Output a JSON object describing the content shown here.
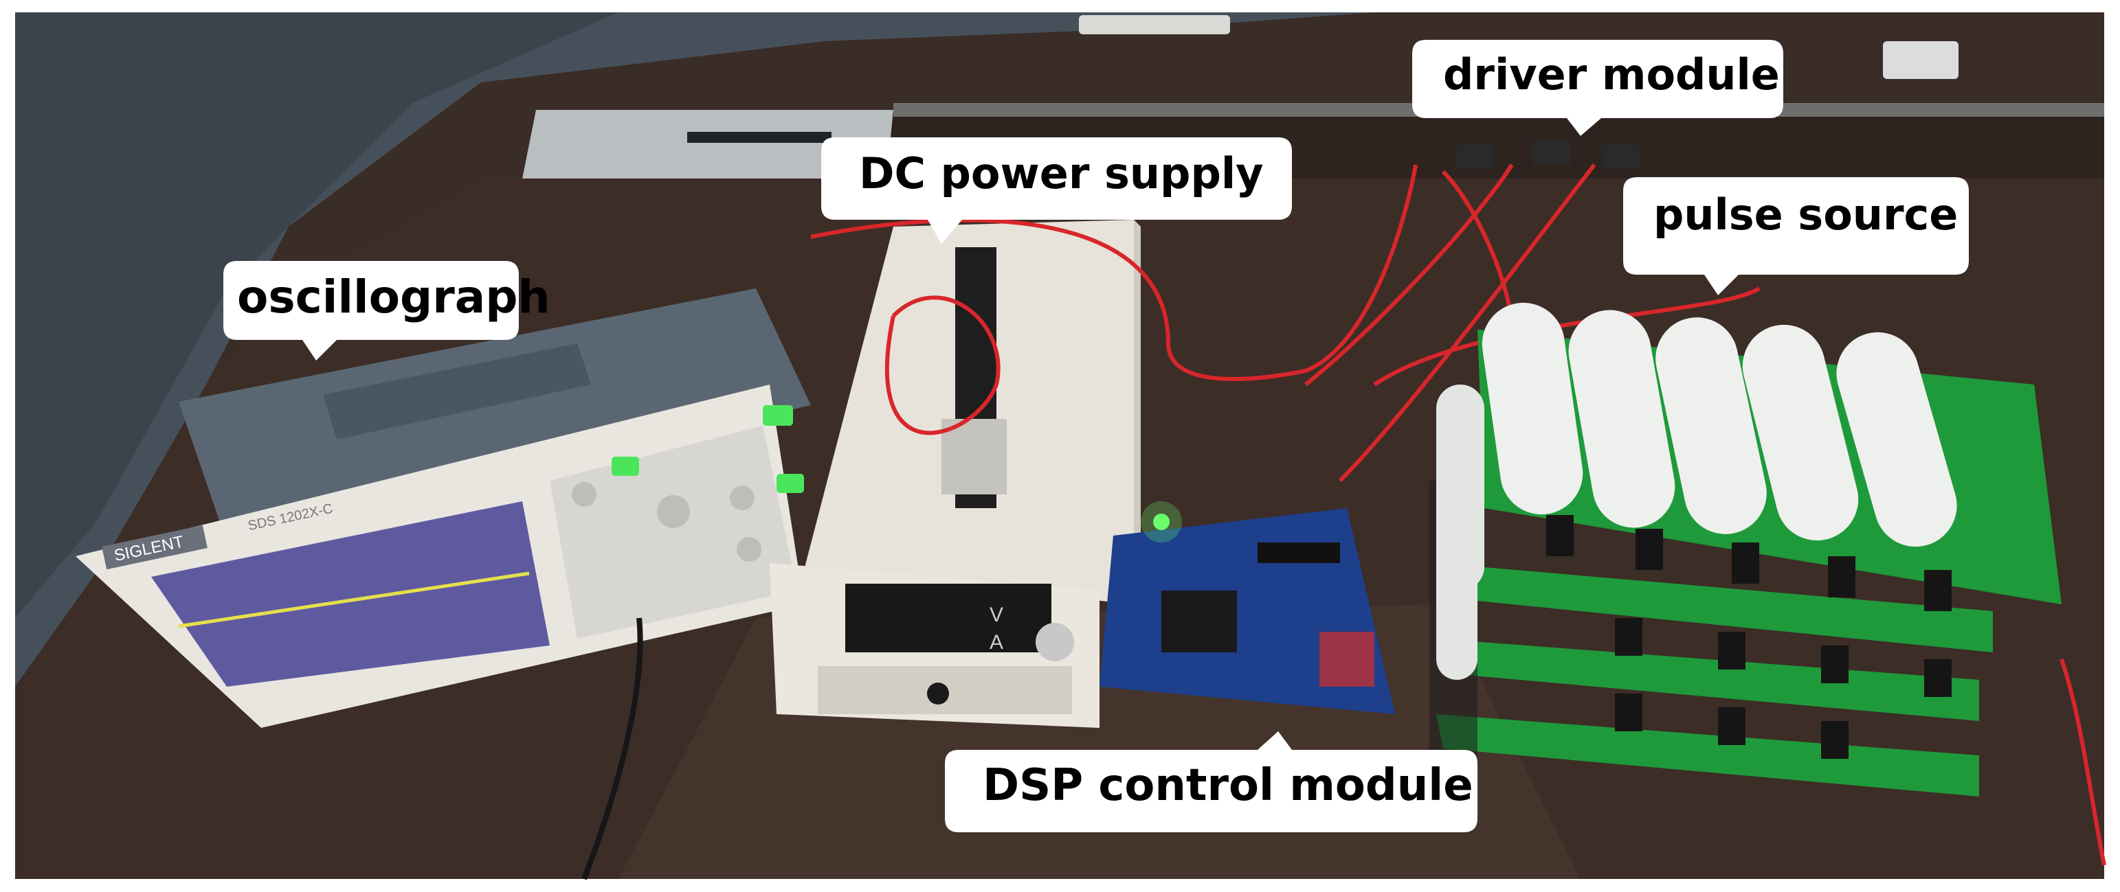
{
  "labels": {
    "oscillograph": "oscillograph",
    "dc_power_supply": "DC power supply",
    "driver_module": "driver module",
    "pulse_source": "pulse source",
    "dsp_control_module": "DSP control module"
  },
  "devices": {
    "oscilloscope_brand": "SIGLENT",
    "oscilloscope_model": "SDS 1202X-C",
    "power_display_volts": "V",
    "power_display_amps": "A"
  },
  "colors": {
    "desk": "#3a2c26",
    "wall": "#46505a",
    "pcb_green": "#1f9a3a",
    "wire_red": "#d8262a",
    "capacitor_white": "#eef0ee",
    "dsp_board_blue": "#1d3f8c",
    "callout_bg": "#ffffff"
  }
}
